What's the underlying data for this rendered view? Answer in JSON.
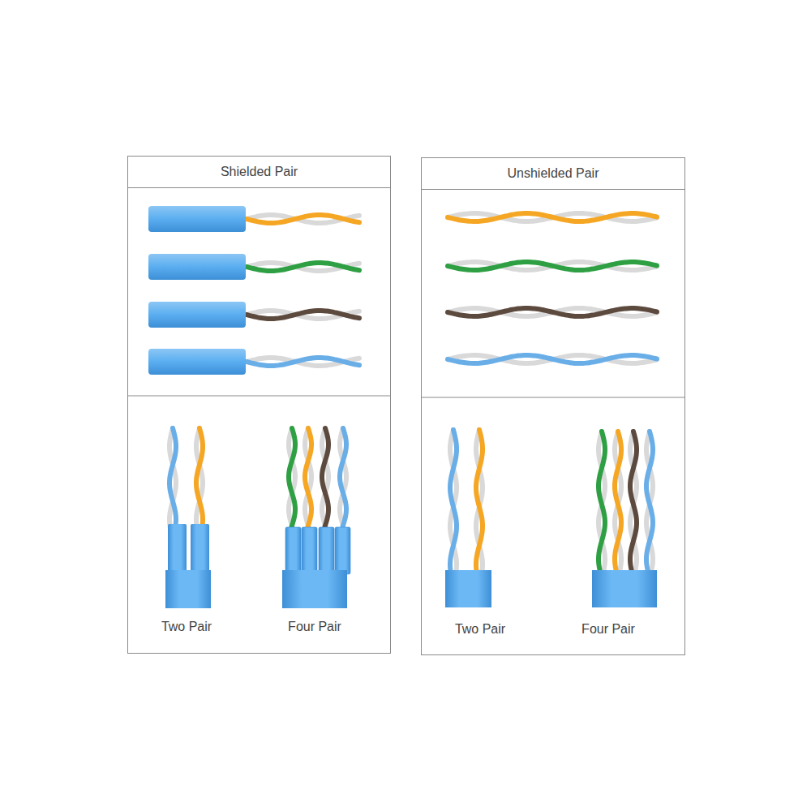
{
  "diagram": {
    "nodes": [
      {
        "text": [
          "Shielded Pair"
        ]
      },
      {
        "text": [
          "Unshielded Pair"
        ]
      }
    ],
    "labels": [
      "Two Pair",
      "Four Pair",
      "Two Pair",
      "Four Pair"
    ]
  }
}
